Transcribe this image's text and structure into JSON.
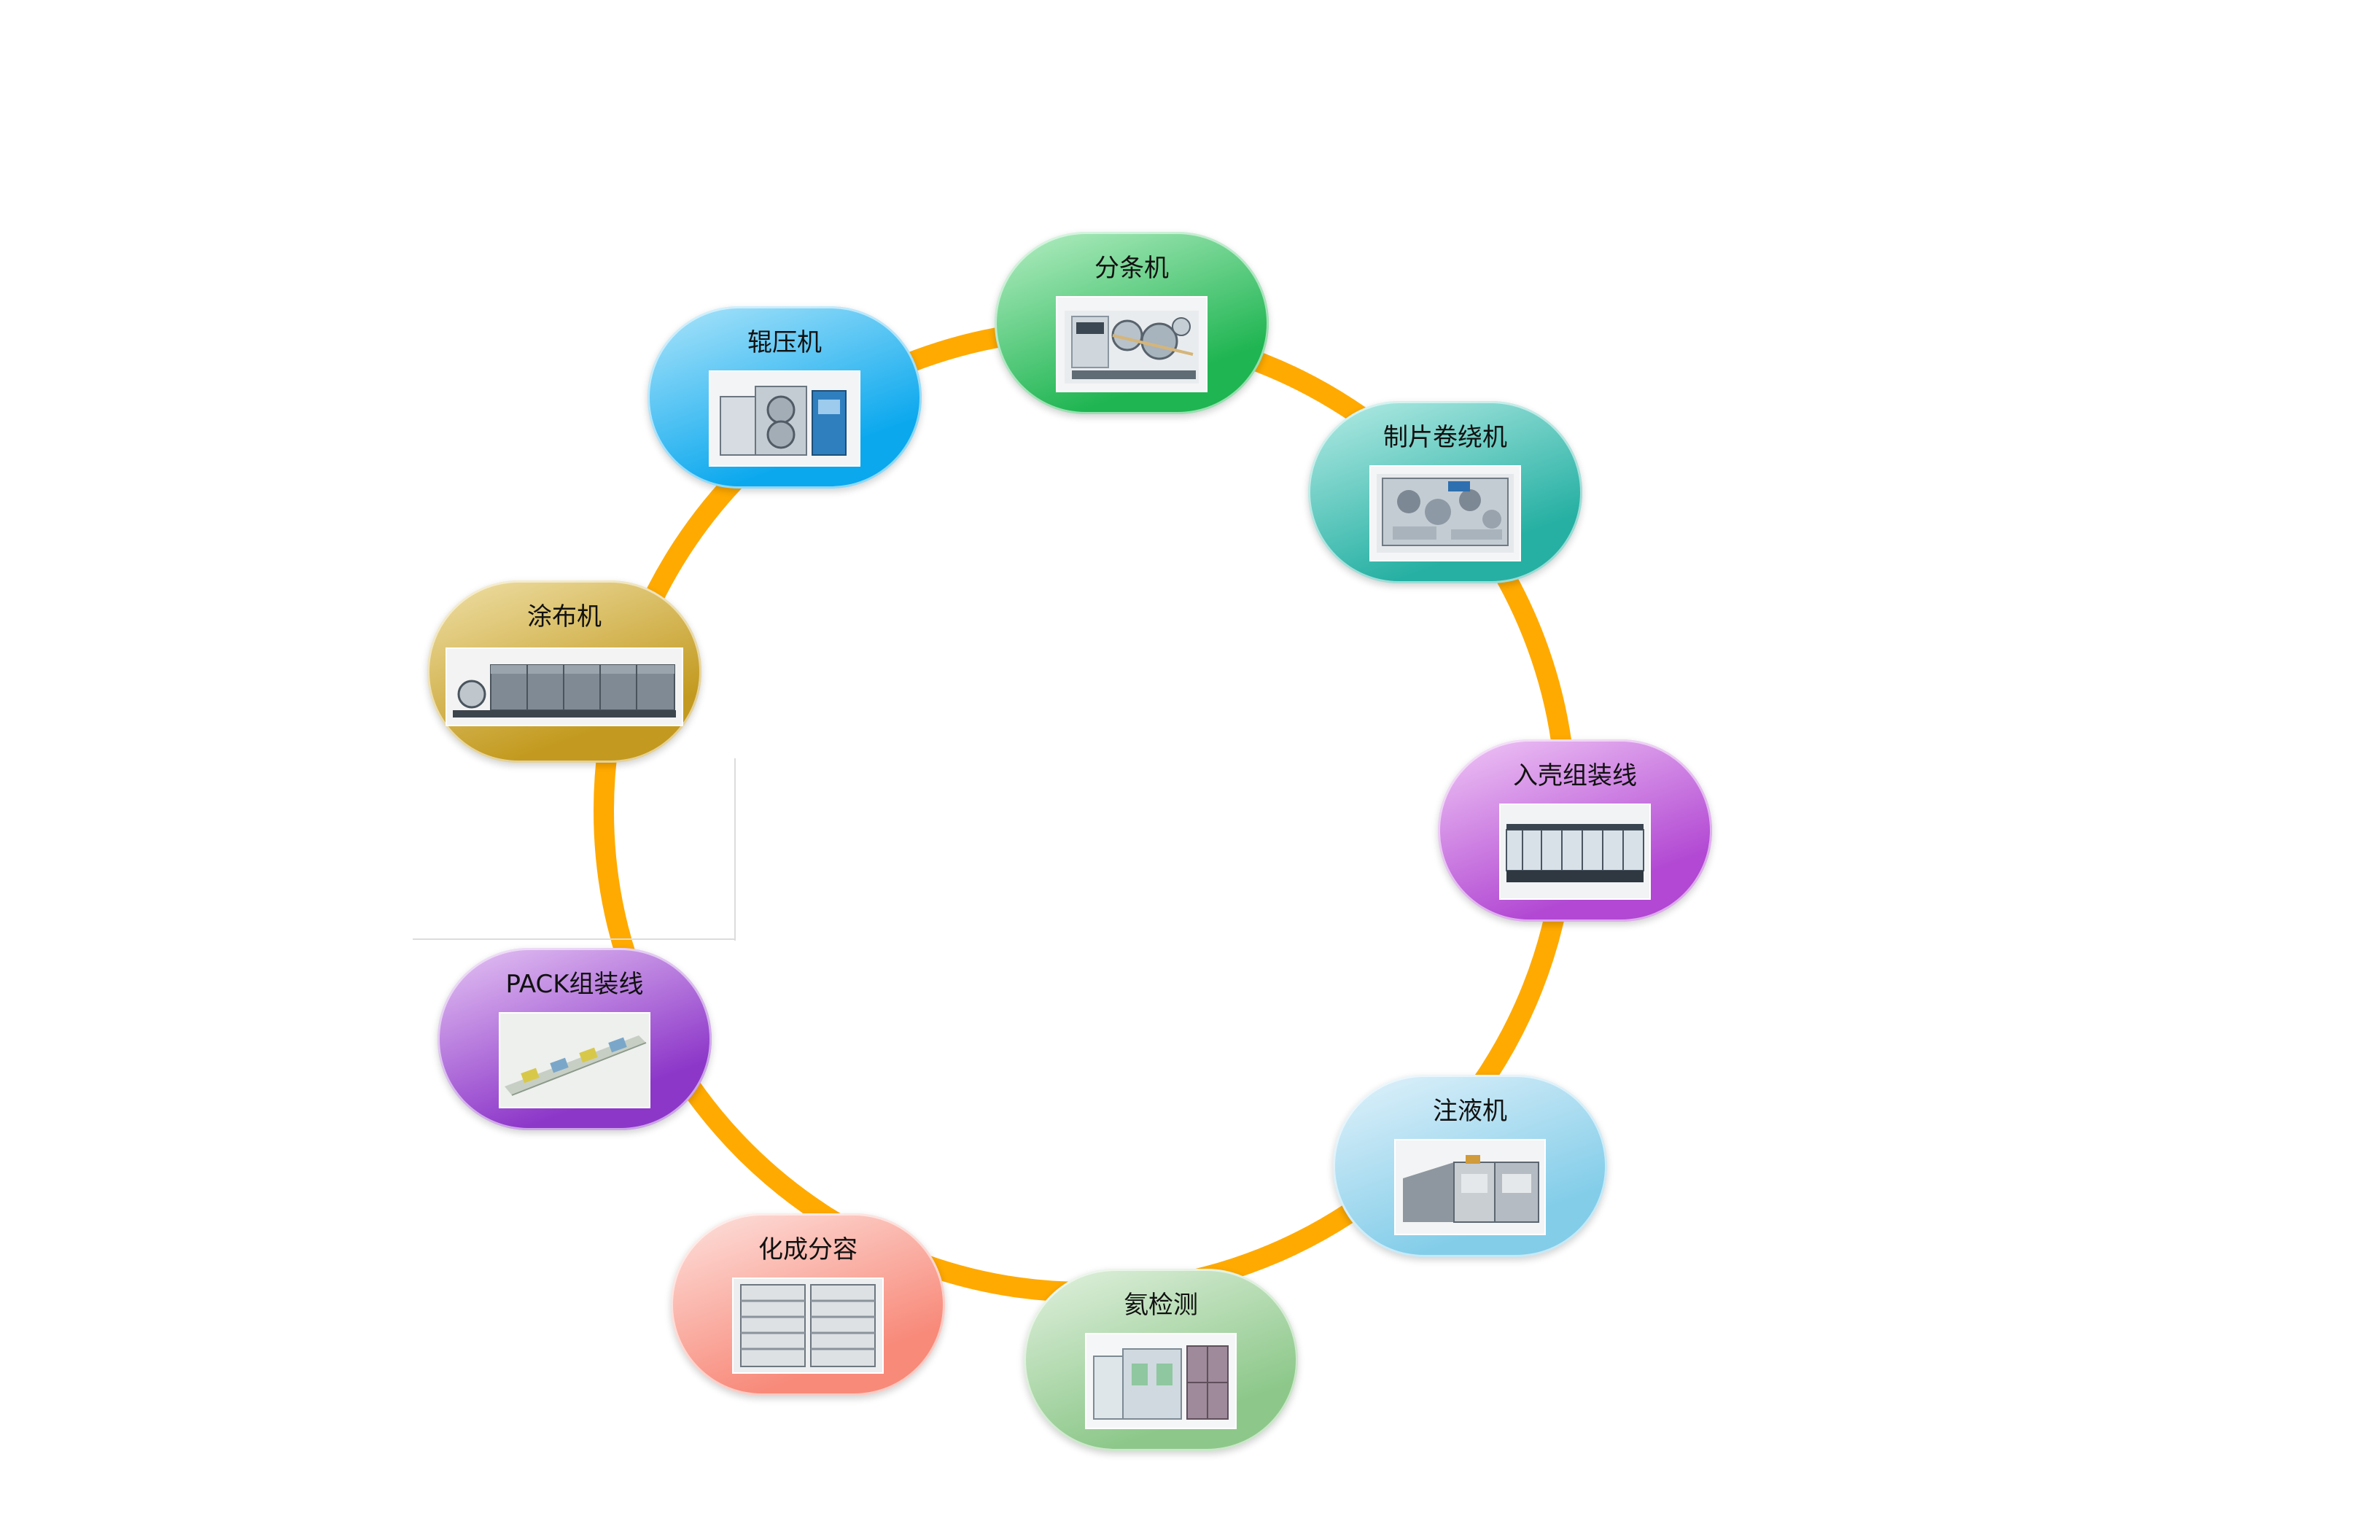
{
  "diagram": {
    "ring_color": "#FFAA00",
    "nodes": [
      {
        "key": "fentiaoji",
        "label": "分条机",
        "machine": "slitting-machine-photo",
        "colors": [
          "#b7eec5",
          "#1fb552"
        ]
      },
      {
        "key": "zhipian",
        "label": "制片卷绕机",
        "machine": "winding-machine-photo",
        "colors": [
          "#b6ece6",
          "#26b0a3"
        ]
      },
      {
        "key": "ruke",
        "label": "入壳组装线",
        "machine": "assembly-line-photo",
        "colors": [
          "#f0c8f6",
          "#b248d3"
        ]
      },
      {
        "key": "zhuye",
        "label": "注液机",
        "machine": "injection-machine-photo",
        "colors": [
          "#e2f2fb",
          "#83cde9"
        ]
      },
      {
        "key": "haijiance",
        "label": "氦检测",
        "machine": "helium-test-photo",
        "colors": [
          "#e2f1df",
          "#8dc88a"
        ]
      },
      {
        "key": "huacheng",
        "label": "化成分容",
        "machine": "formation-cabinet-photo",
        "colors": [
          "#fde2de",
          "#f88a7a"
        ]
      },
      {
        "key": "pack",
        "label": "PACK组装线",
        "machine": "pack-line-photo",
        "colors": [
          "#e6c6f4",
          "#8d37c9"
        ]
      },
      {
        "key": "tubuji",
        "label": "涂布机",
        "machine": "coating-machine-photo",
        "colors": [
          "#efe0a8",
          "#c39a1f"
        ]
      },
      {
        "key": "gunyaji",
        "label": "辊压机",
        "machine": "rolling-press-photo",
        "colors": [
          "#aee5fa",
          "#0ba8ee"
        ]
      }
    ]
  }
}
